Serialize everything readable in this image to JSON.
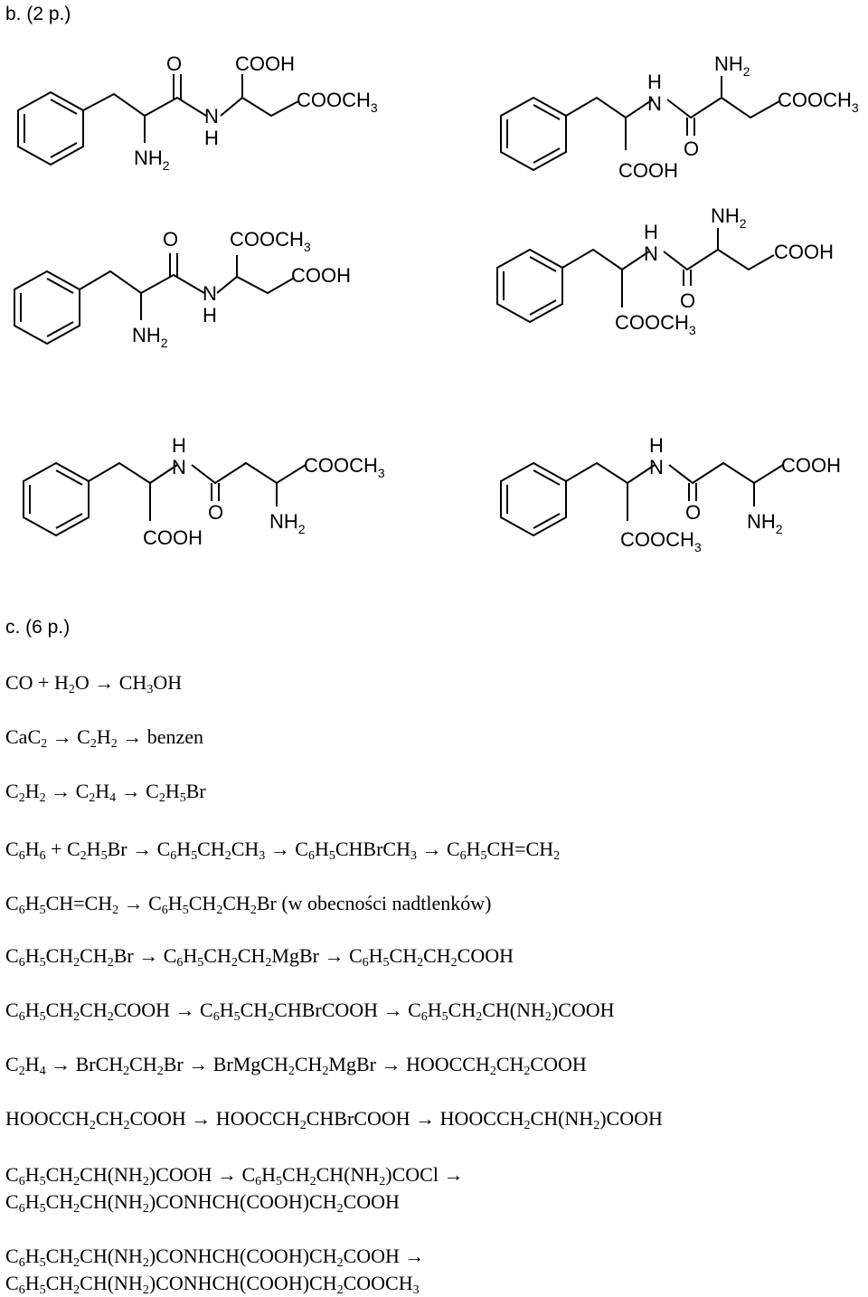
{
  "section_b": {
    "heading": "b. (2 p.)"
  },
  "section_c": {
    "heading": "c. (6 p.)"
  },
  "structures": [
    {
      "labels": [
        "O",
        "COOH",
        "N",
        "H",
        "COOCH",
        "3",
        "NH",
        "2"
      ]
    },
    {
      "labels": [
        "H",
        "N",
        "NH",
        "2",
        "COOCH",
        "3",
        "O",
        "COOH"
      ]
    },
    {
      "labels": [
        "O",
        "COOCH",
        "3",
        "COOH",
        "N",
        "H",
        "NH",
        "2"
      ]
    },
    {
      "labels": [
        "H",
        "N",
        "NH",
        "2",
        "COOH",
        "O",
        "COOCH",
        "3"
      ]
    },
    {
      "labels": [
        "H",
        "N",
        "COOCH",
        "3",
        "O",
        "NH",
        "2",
        "COOH"
      ]
    },
    {
      "labels": [
        "H",
        "N",
        "COOH",
        "O",
        "NH",
        "2",
        "COOCH",
        "3"
      ]
    }
  ],
  "equations": [
    [
      [
        "CO + H",
        "2",
        "O → CH",
        "3",
        "OH"
      ]
    ],
    [
      [
        "CaC",
        "2",
        " → C",
        "2",
        "H",
        "2",
        " → benzen"
      ]
    ],
    [
      [
        "C",
        "2",
        "H",
        "2",
        " → C",
        "2",
        "H",
        "4",
        " → C",
        "2",
        "H",
        "5",
        "Br"
      ]
    ],
    [
      [
        "C",
        "6",
        "H",
        "6",
        " + C",
        "2",
        "H",
        "5",
        "Br → C",
        "6",
        "H",
        "5",
        "CH",
        "2",
        "CH",
        "3",
        " → C",
        "6",
        "H",
        "5",
        "CHBrCH",
        "3",
        " → C",
        "6",
        "H",
        "5",
        "CH=CH",
        "2"
      ]
    ],
    [
      [
        "C",
        "6",
        "H",
        "5",
        "CH=CH",
        "2",
        " → C",
        "6",
        "H",
        "5",
        "CH",
        "2",
        "CH",
        "2",
        "Br (w obecności nadtlenków)"
      ]
    ],
    [
      [
        "C",
        "6",
        "H",
        "5",
        "CH",
        "2",
        "CH",
        "2",
        "Br → C",
        "6",
        "H",
        "5",
        "CH",
        "2",
        "CH",
        "2",
        "MgBr → C",
        "6",
        "H",
        "5",
        "CH",
        "2",
        "CH",
        "2",
        "COOH"
      ]
    ],
    [
      [
        "C",
        "6",
        "H",
        "5",
        "CH",
        "2",
        "CH",
        "2",
        "COOH → C",
        "6",
        "H",
        "5",
        "CH",
        "2",
        "CHBrCOOH → C",
        "6",
        "H",
        "5",
        "CH",
        "2",
        "CH(NH",
        "2",
        ")COOH"
      ]
    ],
    [
      [
        "C",
        "2",
        "H",
        "4",
        " → BrCH",
        "2",
        "CH",
        "2",
        "Br → BrMgCH",
        "2",
        "CH",
        "2",
        "MgBr → HOOCCH",
        "2",
        "CH",
        "2",
        "COOH"
      ]
    ],
    [
      [
        "HOOCCH",
        "2",
        "CH",
        "2",
        "COOH → HOOCCH",
        "2",
        "CHBrCOOH → HOOCCH",
        "2",
        "CH(NH",
        "2",
        ")COOH"
      ]
    ],
    [
      [
        "C",
        "6",
        "H",
        "5",
        "CH",
        "2",
        "CH(NH",
        "2",
        ")COOH → C",
        "6",
        "H",
        "5",
        "CH",
        "2",
        "CH(NH",
        "2",
        ")COCl →"
      ],
      [
        "C",
        "6",
        "H",
        "5",
        "CH",
        "2",
        "CH(NH",
        "2",
        ")CONHCH(COOH)CH",
        "2",
        "COOH"
      ]
    ],
    [
      [
        "C",
        "6",
        "H",
        "5",
        "CH",
        "2",
        "CH(NH",
        "2",
        ")CONHCH(COOH)CH",
        "2",
        "COOH →"
      ],
      [
        "C",
        "6",
        "H",
        "5",
        "CH",
        "2",
        "CH(NH",
        "2",
        ")CONHCH(COOH)CH",
        "2",
        "COOCH",
        "3"
      ]
    ]
  ]
}
